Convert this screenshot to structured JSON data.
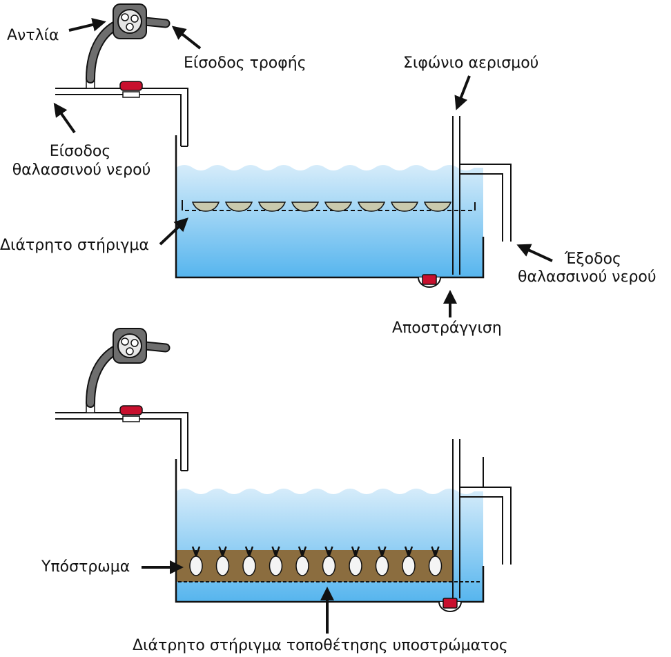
{
  "labels": {
    "pump": "Αντλία",
    "feed_inlet": "Είσοδος τροφής",
    "seawater_inlet_line1": "Είσοδος",
    "seawater_inlet_line2": "θαλασσινού νερού",
    "aeration_siphon": "Σιφώνιο αερισμού",
    "perforated_support": "Διάτρητο στήριγμα",
    "seawater_outlet_line1": "Έξοδος",
    "seawater_outlet_line2": "θαλασσινού νερού",
    "drain": "Αποστράγγιση",
    "substrate": "Υπόστρωμα",
    "substrate_support": "Διάτρητο στήριγμα τοποθέτησης υποστρώματος"
  },
  "colors": {
    "water_top": "#cfe8f8",
    "water_bottom": "#5ab7ee",
    "shell": "#c9c9ad",
    "substrate": "#8b6d3f",
    "valve": "#c8102e",
    "pump_body": "#6e6e6e",
    "pipe_outline": "#111111"
  },
  "top_tank": {
    "shell_count": 8
  },
  "bottom_tank": {
    "seedling_count": 10
  }
}
